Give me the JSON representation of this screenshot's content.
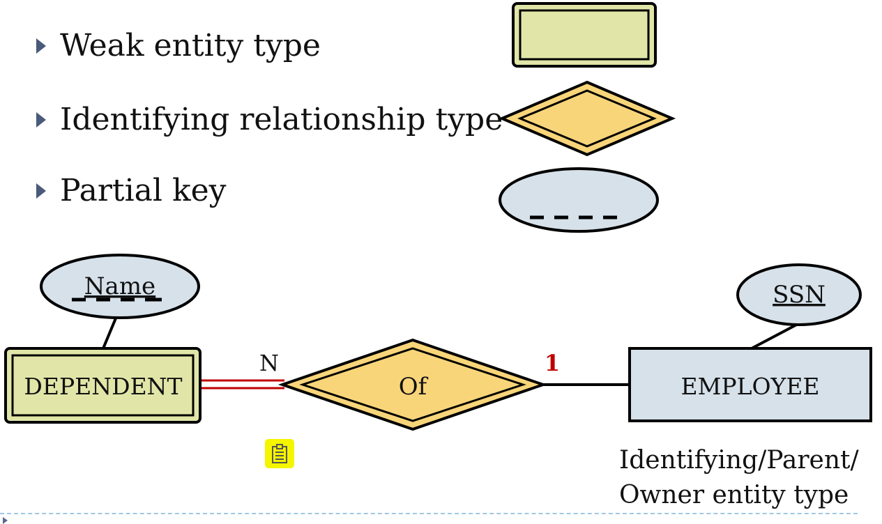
{
  "legend": {
    "weak_entity": "Weak entity type",
    "identifying_relationship": "Identifying relationship type",
    "partial_key": "Partial key"
  },
  "diagram": {
    "name_attr": "Name",
    "dependent": "DEPENDENT",
    "relationship": "Of",
    "employee": "EMPLOYEE",
    "ssn_attr": "SSN",
    "card_n": "N",
    "card_1": "1"
  },
  "caption": {
    "line1": "Identifying/Parent/",
    "line2": "Owner entity type"
  },
  "colors": {
    "weak_entity_fill": "#e1e6a8",
    "relationship_fill": "#f9d57a",
    "attribute_fill": "#d6e1ea",
    "entity_fill": "#d6e1ea",
    "total_participation": "#c00000",
    "cardinality_one": "#c00000"
  },
  "icons": {
    "bullet": "triangle-right-icon",
    "note": "note-icon"
  }
}
